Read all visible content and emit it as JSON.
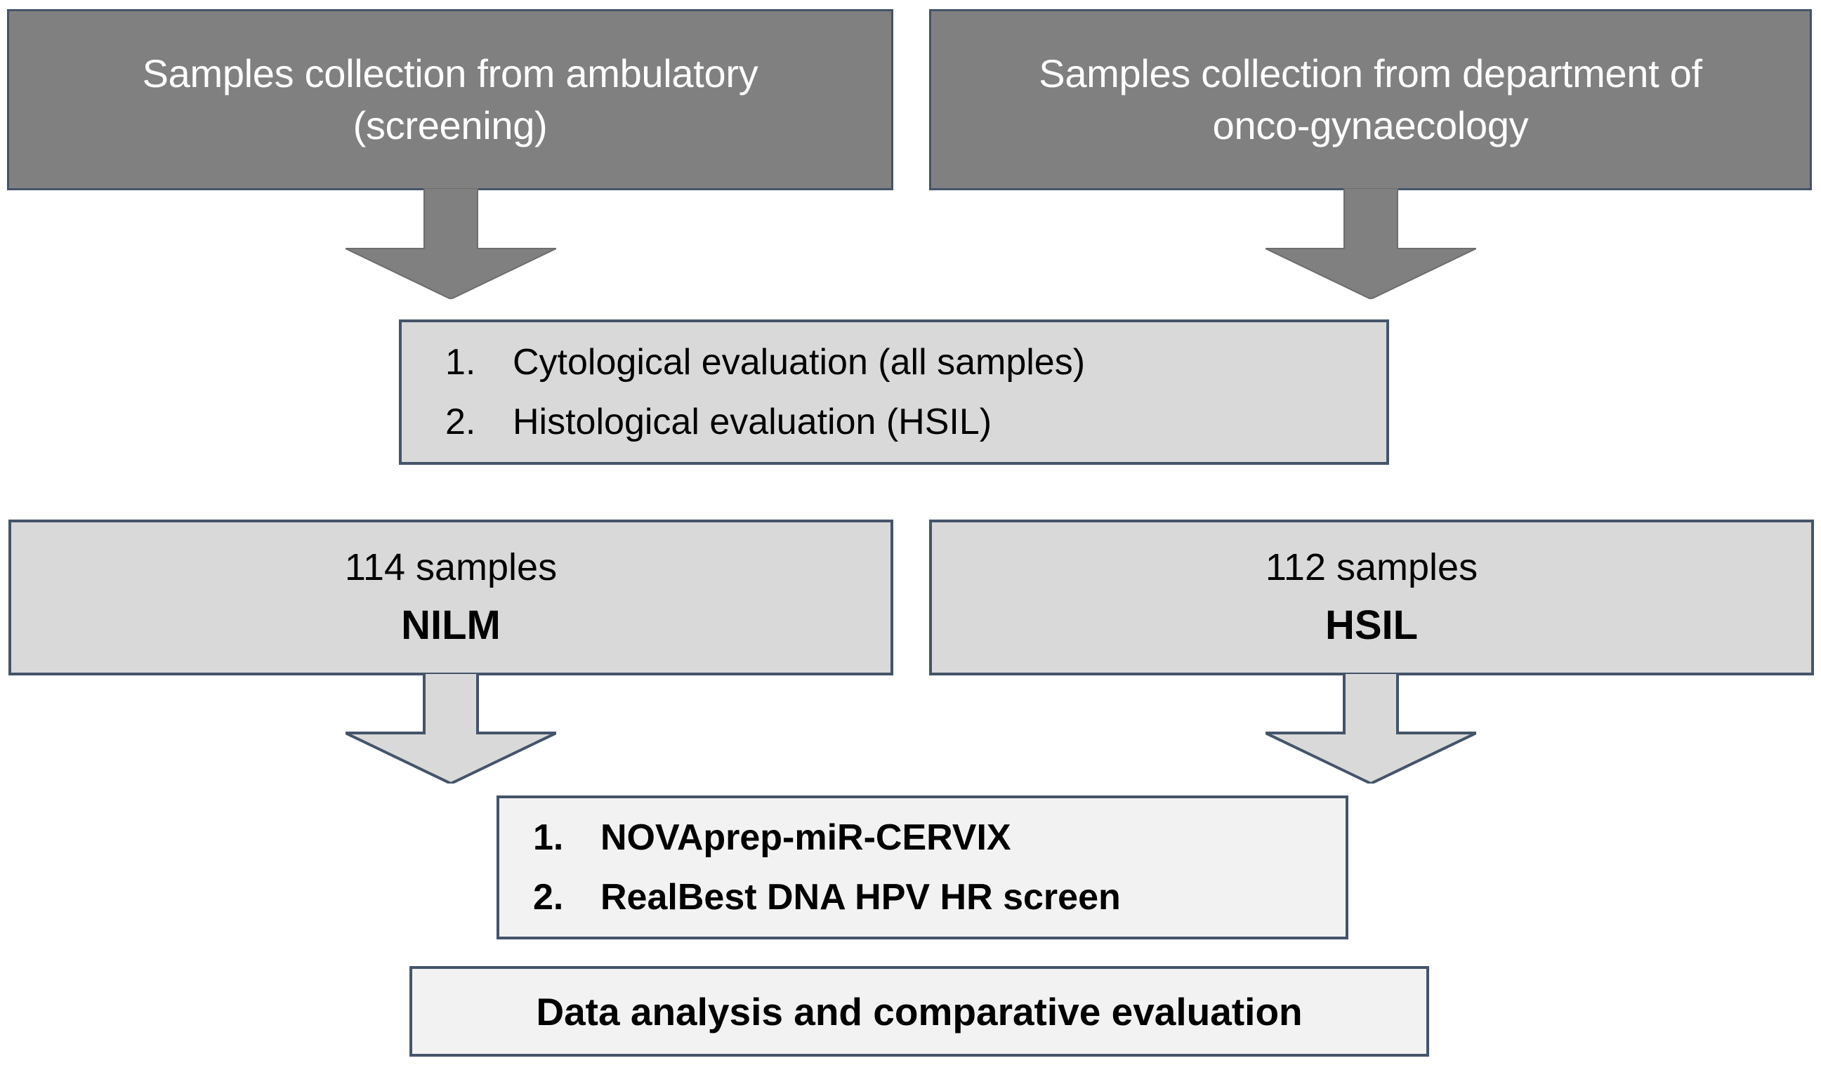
{
  "diagram": {
    "title": "Study workflow flowchart",
    "colors": {
      "dark_box_fill": "#808080",
      "dark_box_border": "#44546a",
      "light_box_fill": "#d9d9d9",
      "pale_box_fill": "#f2f2f2",
      "arrow_dark_fill": "#808080",
      "arrow_light_fill": "#d9d9d9",
      "arrow_stroke": "#44546a",
      "dark_box_text": "#ffffff",
      "light_box_text": "#000000"
    },
    "source_boxes": [
      {
        "name": "ambulatory-source",
        "line1": "Samples collection from ambulatory",
        "line2": "(screening)"
      },
      {
        "name": "oncogynaecology-source",
        "line1": "Samples collection from department of",
        "line2": "onco-gynaecology"
      }
    ],
    "evaluation_box": {
      "items": [
        {
          "num": "1.",
          "text": "Cytological evaluation  (all  samples)"
        },
        {
          "num": "2.",
          "text": "Histological evaluation  (HSIL)"
        }
      ]
    },
    "cohorts": [
      {
        "name": "nilm-cohort",
        "count": "114 samples",
        "code": "NILM"
      },
      {
        "name": "hsil-cohort",
        "count": "112 samples",
        "code": "HSIL"
      }
    ],
    "assay_box": {
      "items": [
        {
          "num": "1.",
          "text": "NOVAprep-miR-CERVIX"
        },
        {
          "num": "2.",
          "text": "RealBest DNA HPV HR  screen"
        }
      ]
    },
    "final_box": {
      "label": "Data analysis and comparative evaluation"
    },
    "arrows": [
      {
        "name": "arrow-ambulatory-to-evaluation",
        "style": "solid-dark"
      },
      {
        "name": "arrow-oncogynaecology-to-evaluation",
        "style": "solid-dark"
      },
      {
        "name": "arrow-nilm-to-assays",
        "style": "outlined-light"
      },
      {
        "name": "arrow-hsil-to-assays",
        "style": "outlined-light"
      }
    ]
  }
}
